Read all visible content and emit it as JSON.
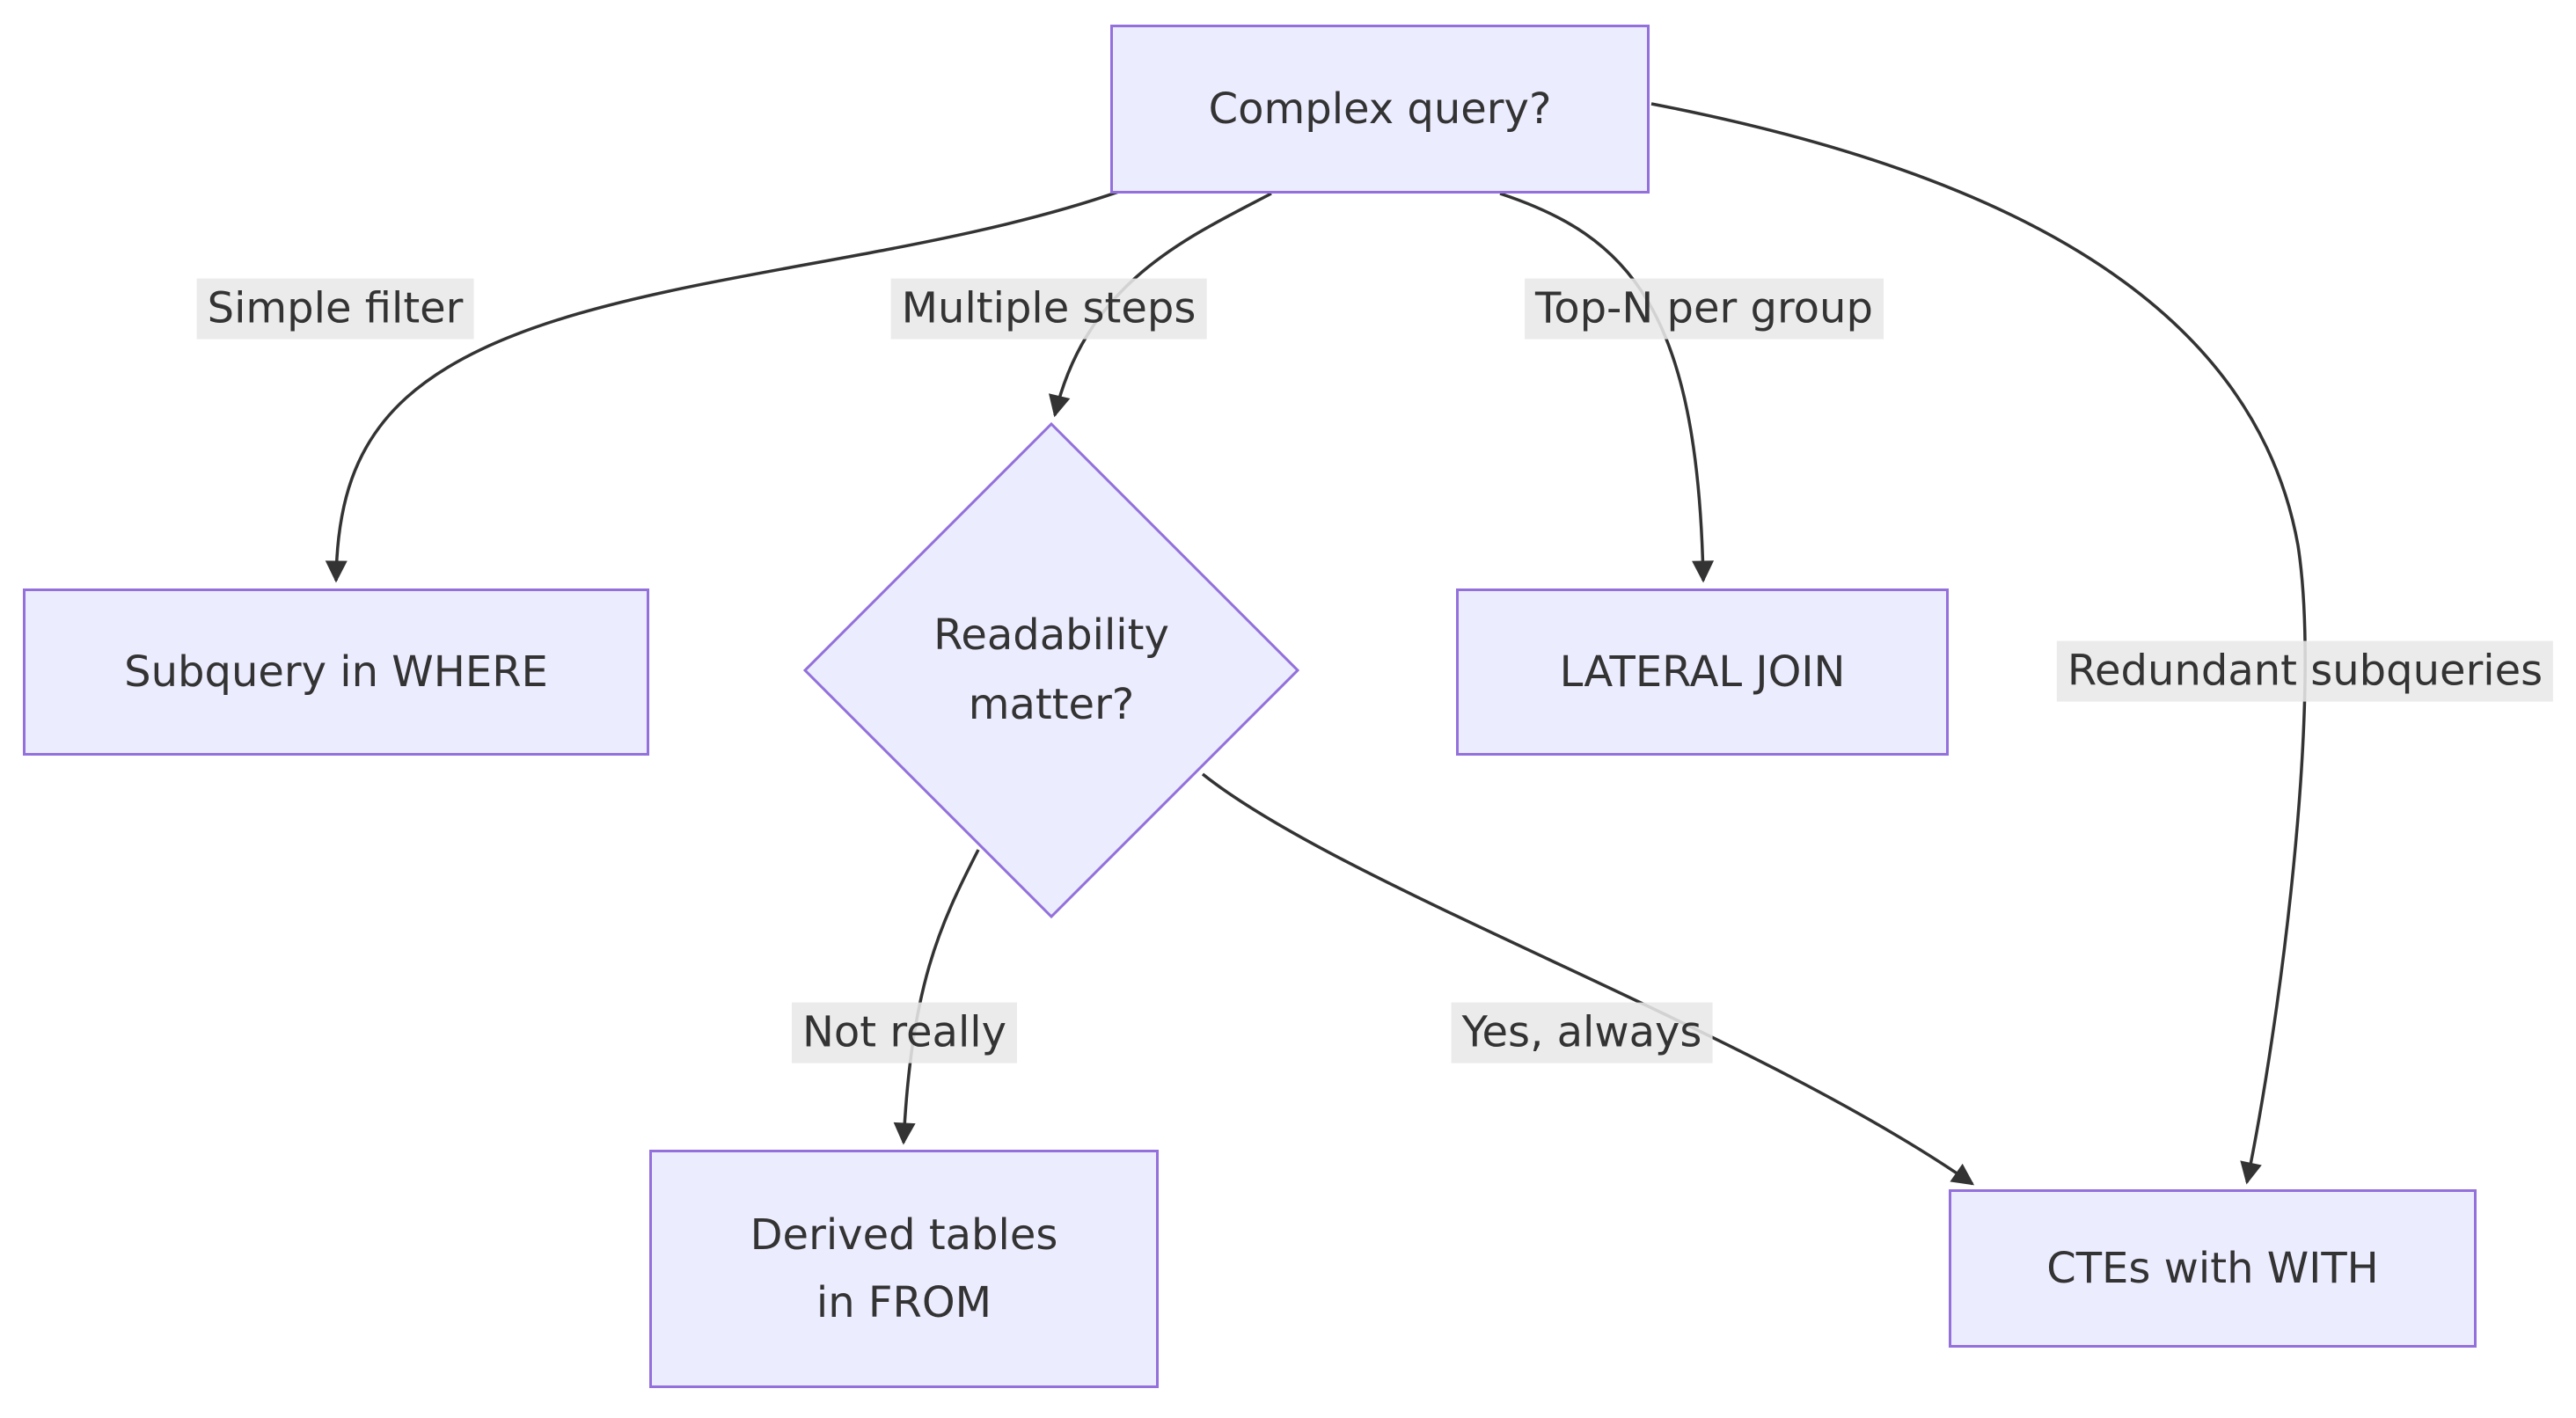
{
  "diagram": {
    "type": "flowchart",
    "direction": "top-down",
    "nodes": [
      {
        "id": "complex-query",
        "label": "Complex query?",
        "shape": "rect"
      },
      {
        "id": "subquery-where",
        "label": "Subquery in WHERE",
        "shape": "rect"
      },
      {
        "id": "readability",
        "label": "Readability matter?",
        "shape": "diamond",
        "label_lines": [
          "Readability",
          "matter?"
        ]
      },
      {
        "id": "lateral-join",
        "label": "LATERAL JOIN",
        "shape": "rect"
      },
      {
        "id": "derived-tables",
        "label": "Derived tables in FROM",
        "shape": "rect",
        "label_lines": [
          "Derived tables",
          "in FROM"
        ]
      },
      {
        "id": "ctes",
        "label": "CTEs with WITH",
        "shape": "rect"
      }
    ],
    "edges": [
      {
        "from": "complex-query",
        "to": "subquery-where",
        "label": "Simple filter"
      },
      {
        "from": "complex-query",
        "to": "readability",
        "label": "Multiple steps"
      },
      {
        "from": "complex-query",
        "to": "lateral-join",
        "label": "Top-N per group"
      },
      {
        "from": "complex-query",
        "to": "ctes",
        "label": "Redundant subqueries"
      },
      {
        "from": "readability",
        "to": "derived-tables",
        "label": "Not really"
      },
      {
        "from": "readability",
        "to": "ctes",
        "label": "Yes, always"
      }
    ],
    "colors": {
      "node_fill": "#ECECFF",
      "node_border": "#9370DB",
      "edge_stroke": "#333333",
      "text": "#333333",
      "edge_label_bg": "#e8e8e8",
      "background": "#ffffff"
    }
  }
}
